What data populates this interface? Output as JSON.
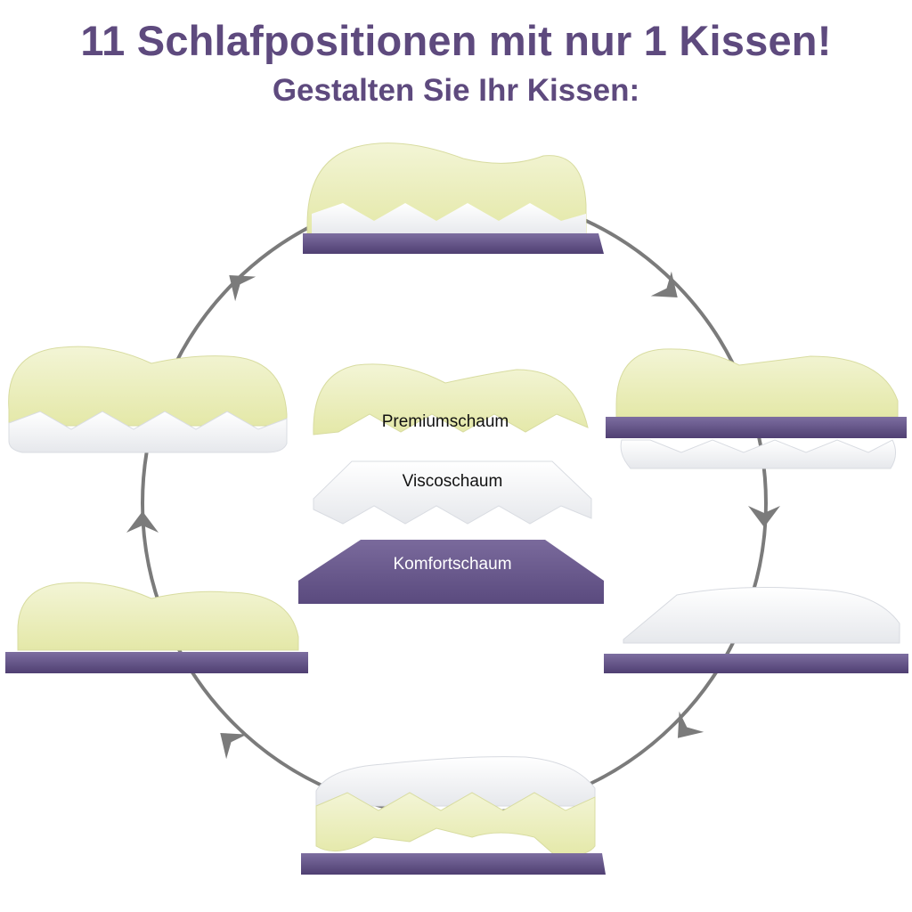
{
  "headline": {
    "title": "11 Schlafpositionen mit nur 1 Kissen!",
    "subtitle": "Gestalten Sie Ihr Kissen:"
  },
  "layers": {
    "premium": "Premiumschaum",
    "visco": "Viscoschaum",
    "komfort": "Komfortschaum"
  },
  "colors": {
    "title": "#5e4a7e",
    "premium_foam": "#eef1c4",
    "visco_foam": "#f4f5f7",
    "komfort_foam": "#6a5a8e",
    "arrow": "#7b7b7b"
  }
}
